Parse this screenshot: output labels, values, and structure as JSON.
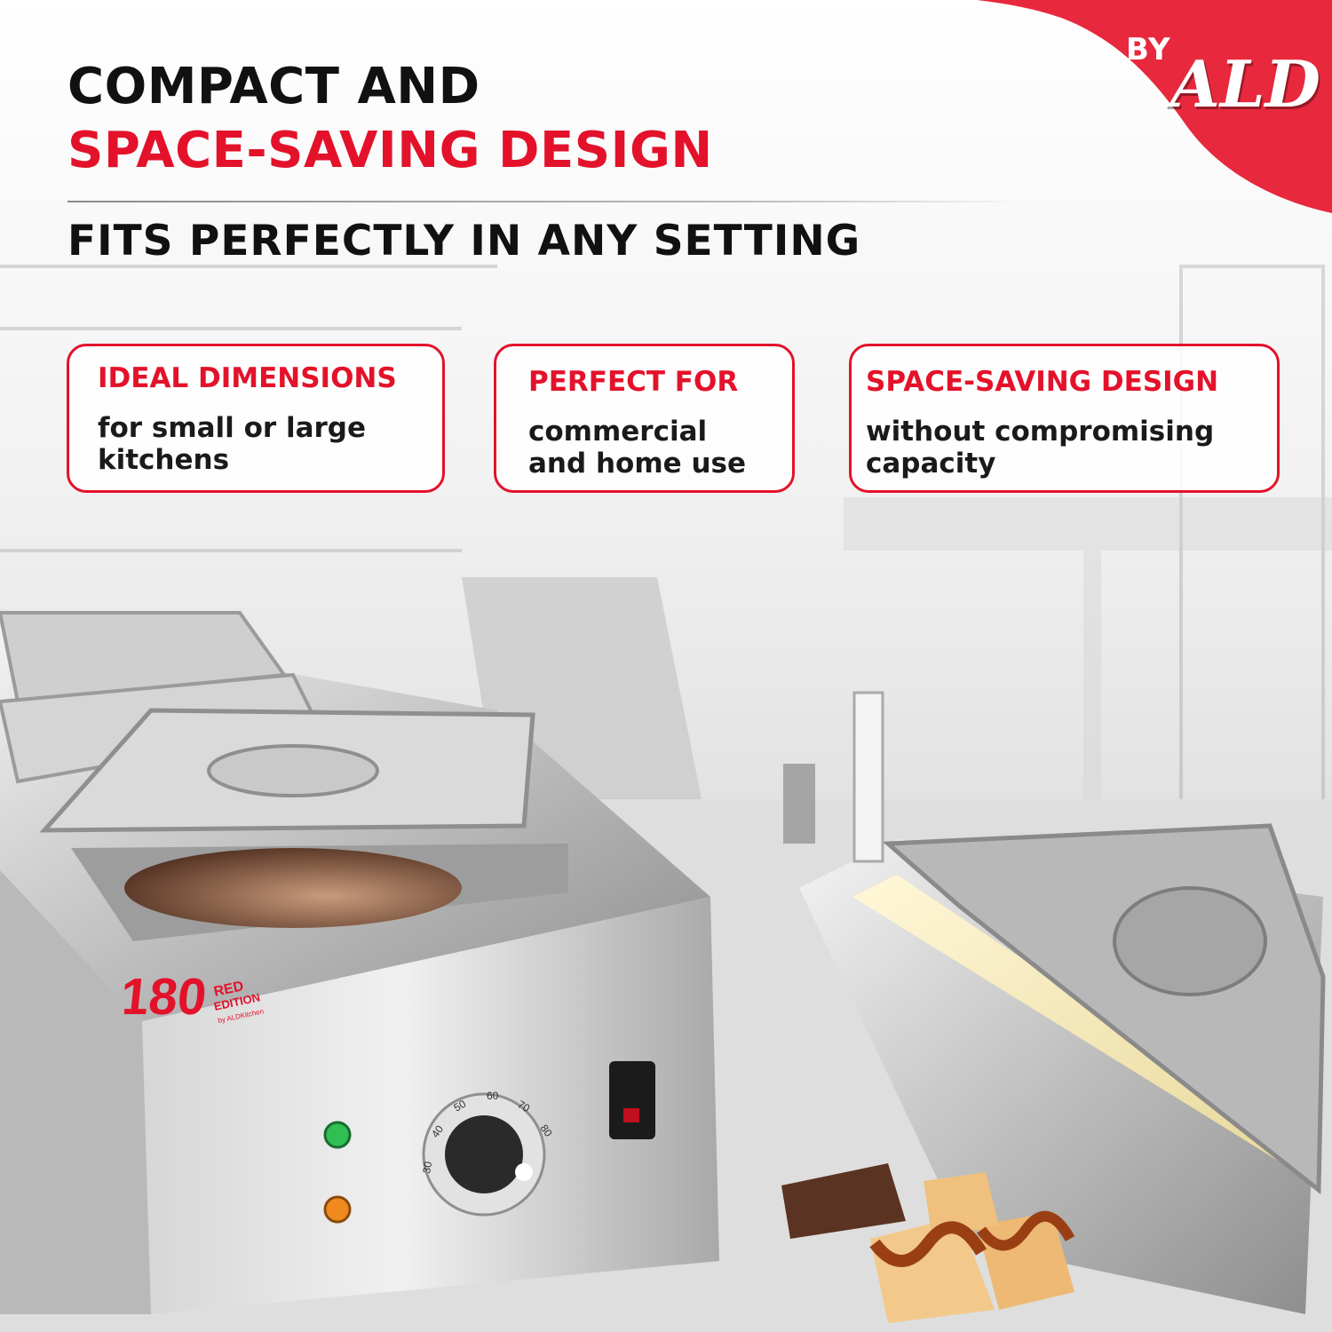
{
  "headline": {
    "line1": "COMPACT AND",
    "line2": "SPACE-SAVING DESIGN"
  },
  "subtitle": "FITS PERFECTLY IN ANY SETTING",
  "brand": {
    "by": "BY",
    "name": "ALD"
  },
  "cards": [
    {
      "title": "IDEAL DIMENSIONS",
      "body": "for small or large kitchens"
    },
    {
      "title": "PERFECT FOR",
      "body": "commercial and home use"
    },
    {
      "title": "SPACE-SAVING DESIGN",
      "body": "without compromising capacity"
    }
  ],
  "product_logo": {
    "number": "180",
    "line1": "RED",
    "line2": "EDITION",
    "line3": "by ALDKitchen"
  },
  "dial_ticks": [
    "30",
    "40",
    "50",
    "60",
    "70",
    "80"
  ],
  "colors": {
    "accent": "#e3122a",
    "text": "#111111",
    "steel": "#bdbdbd"
  }
}
